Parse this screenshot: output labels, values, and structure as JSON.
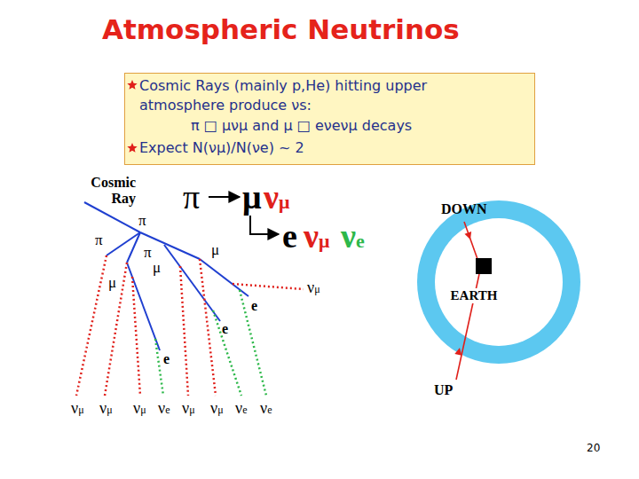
{
  "diagram": {
    "title": "Atmospheric Neutrinos",
    "nodes": [
      {
        "text": [
          "Cosmic Rays (mainly p,He) hitting upper atmosphere produce νs:",
          "π □ μνμ and μ □ eνeνμ decays",
          "Expect N(νμ)/N(νe) ~ 2"
        ]
      },
      {
        "text": [
          "EARTH"
        ]
      }
    ],
    "labels": [
      "Cosmic Ray",
      "π",
      "π",
      "π",
      "μ",
      "μ",
      "μ",
      "e",
      "e",
      "e",
      "νμ",
      "νμ",
      "νμ",
      "νμ",
      "νe",
      "νμ",
      "νμ",
      "νe",
      "νe",
      "π",
      "μ",
      "νμ",
      "e",
      "νμ",
      "νe",
      "DOWN",
      "UP",
      "20"
    ]
  }
}
